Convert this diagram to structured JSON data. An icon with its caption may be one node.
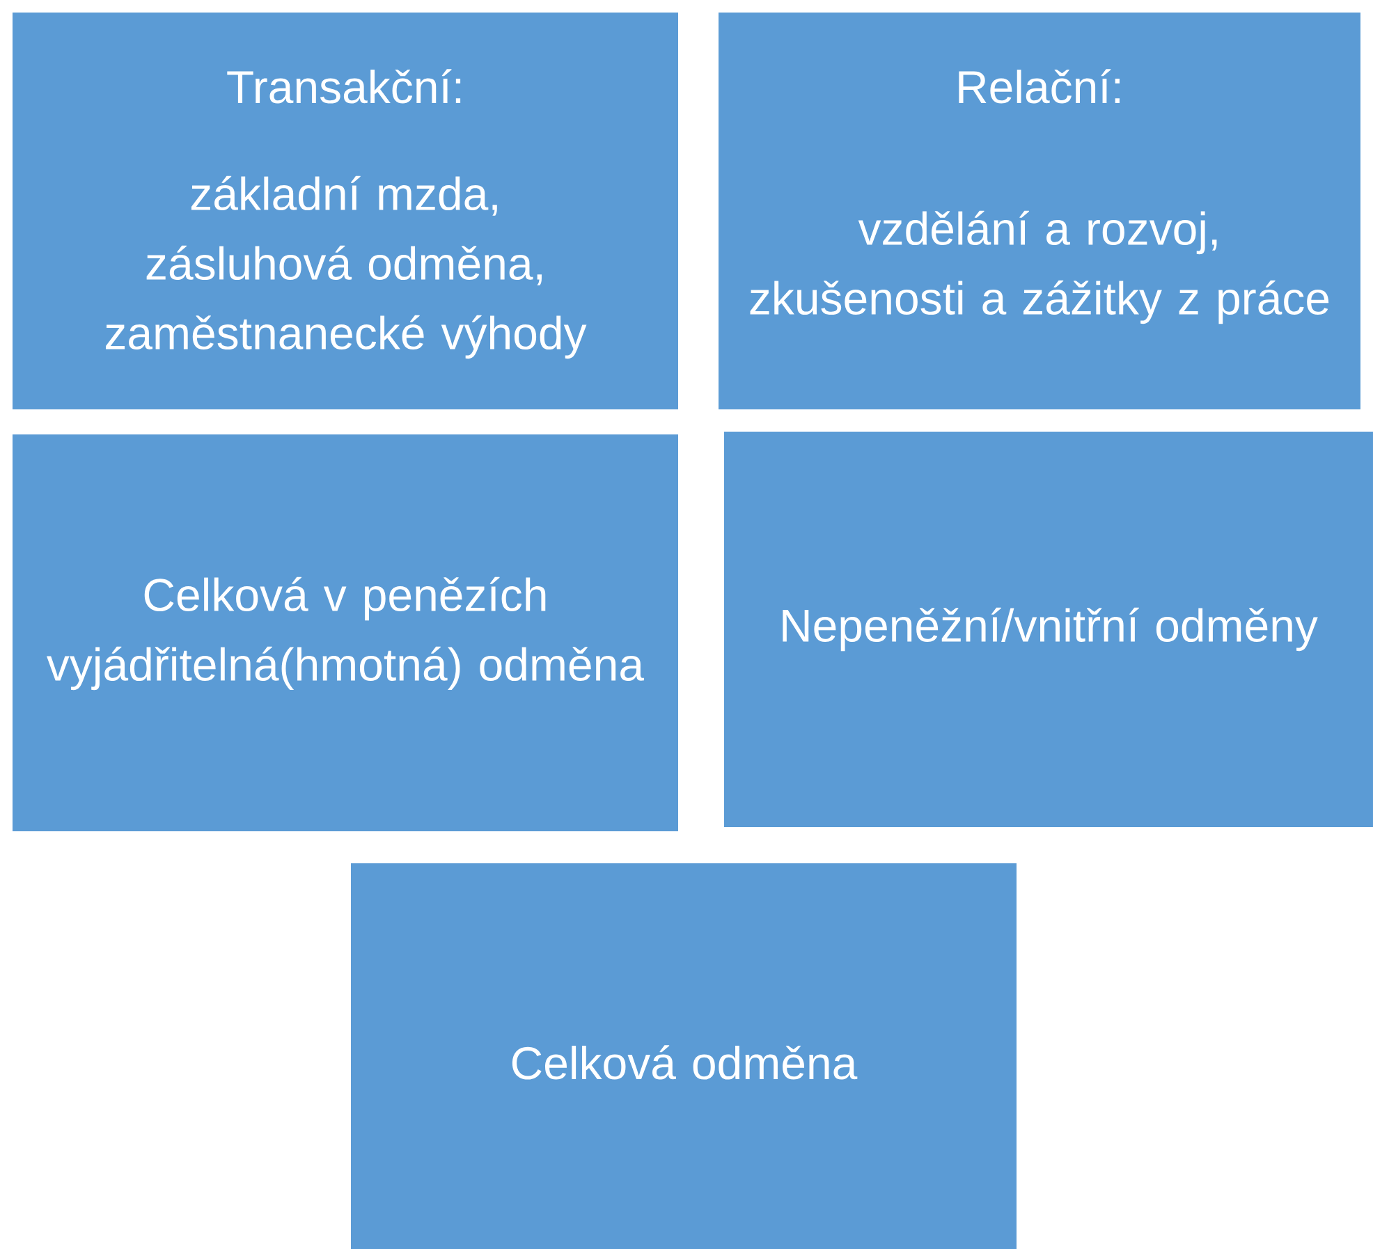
{
  "diagram": {
    "nodes": [
      {
        "text": [
          "Transakční:",
          "základní mzda, zásluhová odměna, zaměstnanecké výhody"
        ]
      },
      {
        "text": [
          "Relační:",
          "vzdělání a rozvoj, zkušenosti a zážitky z práce"
        ]
      },
      {
        "text": [
          "Celková v penězích vyjádřitelná(hmotná) odměna"
        ]
      },
      {
        "text": [
          "Nepeněžní/vnitřní odměny"
        ]
      },
      {
        "text": [
          "Celková odměna"
        ]
      }
    ]
  }
}
